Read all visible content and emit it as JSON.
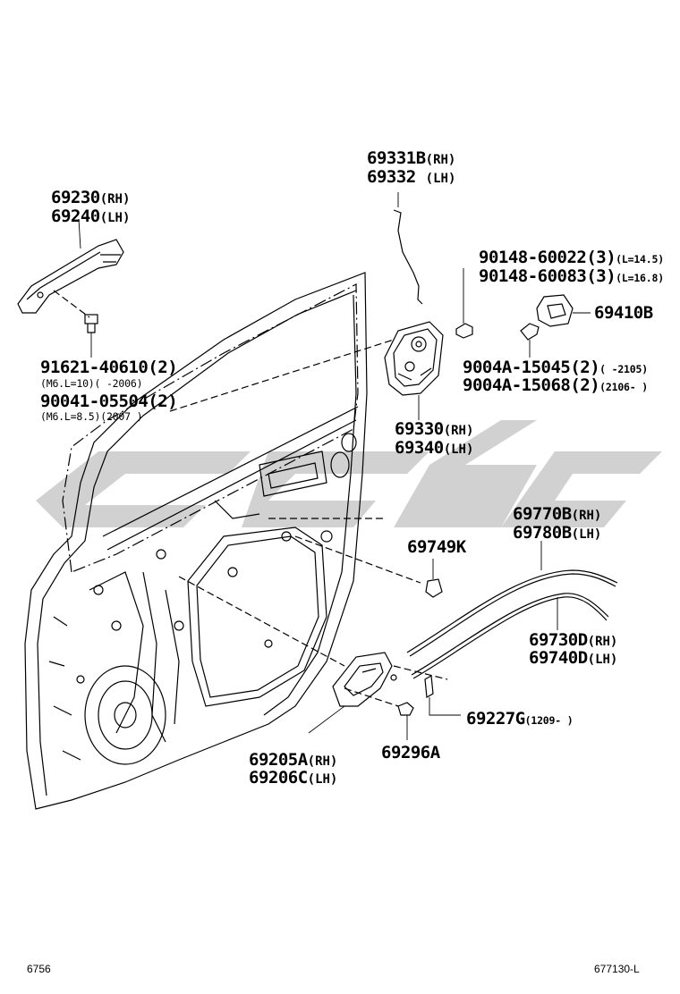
{
  "watermark": {
    "color": "#c9c9c9"
  },
  "callouts": {
    "outer_handle_rh": "69230",
    "outer_handle_rh_side": "(RH)",
    "outer_handle_lh": "69240",
    "outer_handle_lh_side": "(LH)",
    "rod_rh": "69331B",
    "rod_rh_side": "(RH)",
    "rod_lh": "69332",
    "rod_lh_side": "(LH)",
    "screw_a": "90148-60022(3)",
    "screw_a_spec": "(L=14.5)",
    "screw_b": "90148-60083(3)",
    "screw_b_spec": "(L=16.8)",
    "striker": "69410B",
    "bolt_a": "91621-40610(2)",
    "bolt_a_spec": "(M6.L=10)(     -2006)",
    "bolt_b": "90041-05504(2)",
    "bolt_b_spec": "(M6.L=8.5)(2007      )",
    "screw_c": "9004A-15045(2)",
    "screw_c_spec": "(     -2105)",
    "screw_d": "9004A-15068(2)",
    "screw_d_spec": "(2106-     )",
    "lock_rh": "69330",
    "lock_rh_side": "(RH)",
    "lock_lh": "69340",
    "lock_lh_side": "(LH)",
    "cable_open_rh": "69770B",
    "cable_open_rh_side": "(RH)",
    "cable_open_lh": "69780B",
    "cable_open_lh_side": "(LH)",
    "clamp": "69749K",
    "cable_lock_rh": "69730D",
    "cable_lock_rh_side": "(RH)",
    "cable_lock_lh": "69740D",
    "cable_lock_lh_side": "(LH)",
    "bezel": "69227G",
    "bezel_spec": "(1209-     )",
    "inner_handle_rh": "69205A",
    "inner_handle_rh_side": "(RH)",
    "inner_handle_lh": "69206C",
    "inner_handle_lh_side": "(LH)",
    "inner_screw": "69296A"
  },
  "footer": {
    "left": "6756",
    "right": "677130-L"
  }
}
